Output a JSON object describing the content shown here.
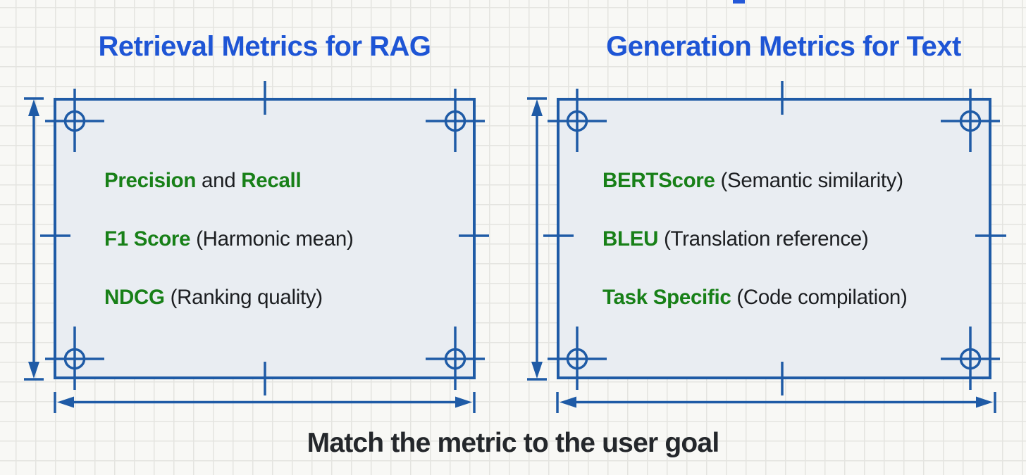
{
  "caption": "Match the metric to the user goal",
  "colors": {
    "background": "#f8f8f5",
    "grid_line": "#e4e4e0",
    "blueprint_blue": "#1f5ba6",
    "title_blue": "#1e55d5",
    "metric_green": "#188018",
    "body_text": "#1c1e21",
    "sheet_fill": "#e9edf2"
  },
  "panels": [
    {
      "title": "Retrieval Metrics for RAG",
      "items": [
        {
          "lead": "Precision",
          "mid": " and ",
          "tail": "Recall"
        },
        {
          "lead": "F1 Score",
          "mid": " (Harmonic mean)",
          "tail": ""
        },
        {
          "lead": "NDCG",
          "mid": " (Ranking quality)",
          "tail": ""
        }
      ]
    },
    {
      "title": "Generation Metrics for Text",
      "items": [
        {
          "lead": "BERTScore",
          "mid": " (Semantic similarity)",
          "tail": ""
        },
        {
          "lead": "BLEU",
          "mid": " (Translation reference)",
          "tail": ""
        },
        {
          "lead": "Task Specific",
          "mid": " (Code compilation)",
          "tail": ""
        }
      ]
    }
  ]
}
